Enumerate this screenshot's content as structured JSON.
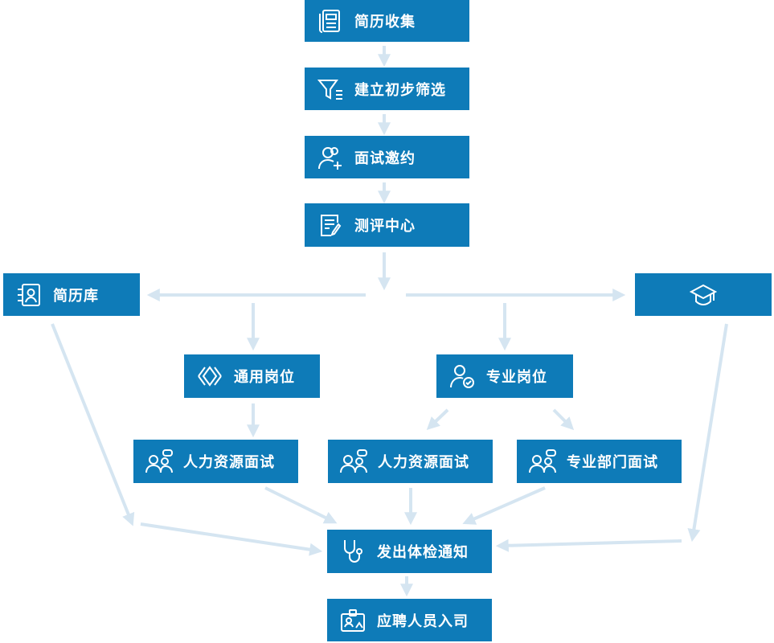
{
  "nodes": {
    "resume_collection": "简历收集",
    "initial_screening": "建立初步筛选",
    "interview_invitation": "面试邀约",
    "assessment_center": "测评中心",
    "resume_library": "简历库",
    "campus": "",
    "general_positions": "通用岗位",
    "professional_positions": "专业岗位",
    "hr_interview_general": "人力资源面试",
    "hr_interview_professional": "人力资源面试",
    "department_interview": "专业部门面试",
    "physical_exam_notice": "发出体检通知",
    "onboarding": "应聘人员入司"
  },
  "colors": {
    "box": "#0e7bb8",
    "arrow": "#d5e5f1",
    "text": "#ffffff"
  }
}
